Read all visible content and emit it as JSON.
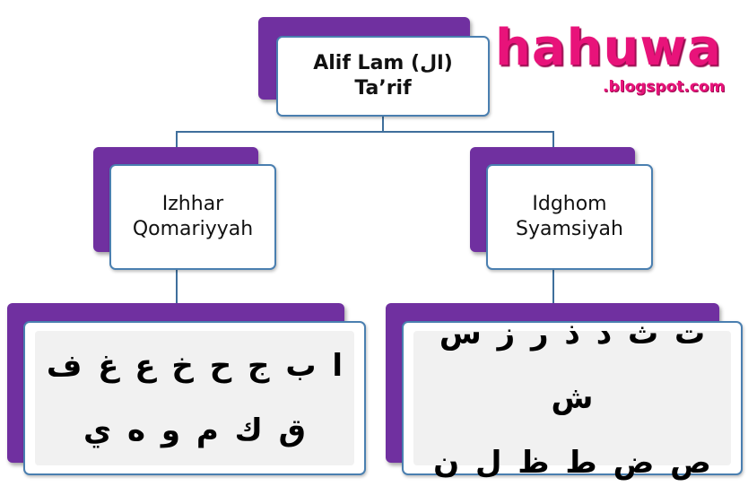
{
  "diagram": {
    "root": {
      "line1": "Alif Lam (ال)",
      "line2": "Ta’rif"
    },
    "left_branch": {
      "line1": "Izhhar",
      "line2": "Qomariyyah",
      "letters_row1": "ا ب ج ح خ ع غ ف",
      "letters_row2": "ق ك م و ه ي"
    },
    "right_branch": {
      "line1": "Idghom",
      "line2": "Syamsiyah",
      "letters_row1": "ت ث د ذ ر ز س ش",
      "letters_row2": "ص ض ط ظ ل ن"
    }
  },
  "watermark": {
    "brand": "hahuwa",
    "domain": ".blogspot.com"
  },
  "colors": {
    "purple": "#7030a0",
    "box_border": "#4a7fb0",
    "connector": "#3f6f9c",
    "logo_pink": "#e8137a"
  }
}
